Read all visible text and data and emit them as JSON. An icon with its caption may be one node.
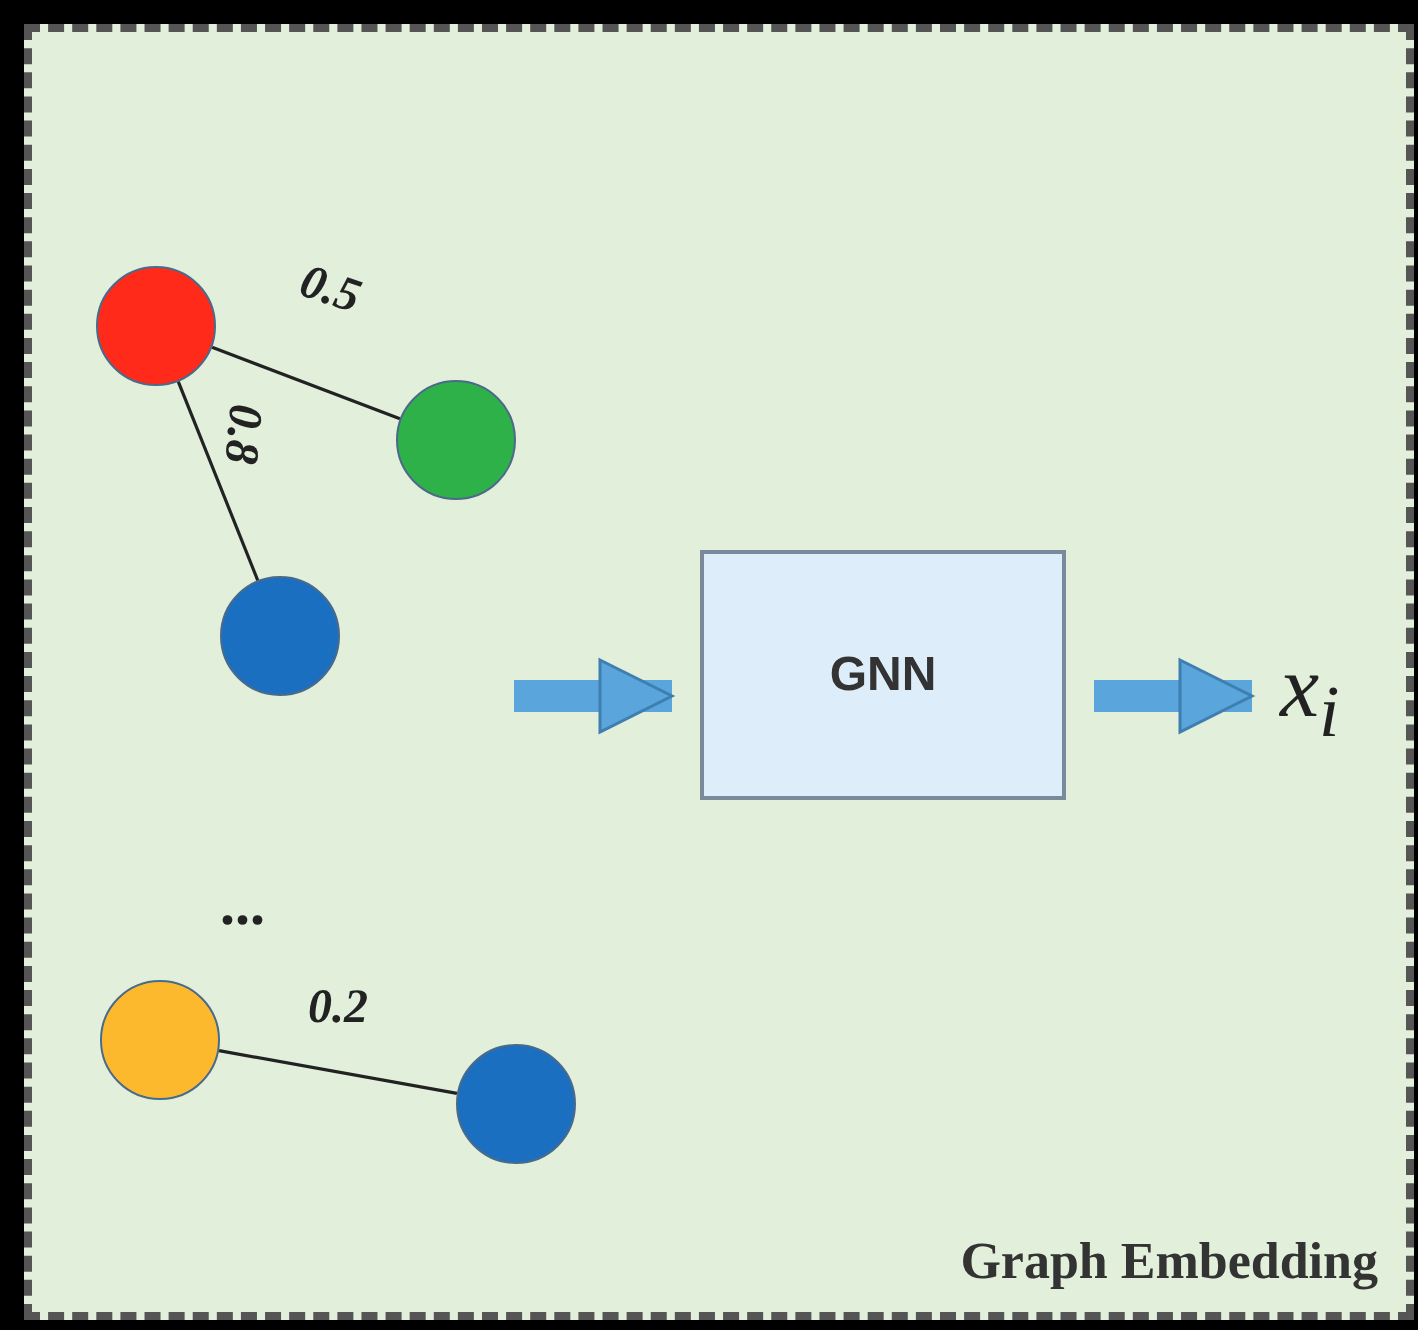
{
  "diagram": {
    "nodes": [
      {
        "text": [
          "Graph Embedding"
        ]
      },
      {
        "text": [],
        "shape": "circle",
        "in": 0
      },
      {
        "text": [],
        "shape": "circle",
        "in": 0
      },
      {
        "text": [],
        "shape": "circle",
        "in": 0
      },
      {
        "text": [],
        "shape": "circle",
        "in": 0
      },
      {
        "text": [],
        "shape": "circle",
        "in": 0
      },
      {
        "text": [
          "GNN"
        ],
        "in": 0
      },
      {
        "text": [
          "x$_{i}$"
        ],
        "in": 0
      }
    ],
    "edges": [
      {
        "from": 1,
        "to": 2,
        "arrow": "none",
        "label": "0.5"
      },
      {
        "from": 1,
        "to": 3,
        "arrow": "none",
        "label": "0.8"
      },
      {
        "from": 4,
        "to": 5,
        "arrow": "none",
        "label": "0.2"
      },
      {
        "from": null,
        "to": 6,
        "arrow": "to",
        "style": "thick",
        "color": "#5aa5dc"
      },
      {
        "from": 6,
        "to": 7,
        "arrow": "to",
        "style": "thick",
        "color": "#5aa5dc"
      }
    ],
    "labels": [
      "..."
    ]
  }
}
